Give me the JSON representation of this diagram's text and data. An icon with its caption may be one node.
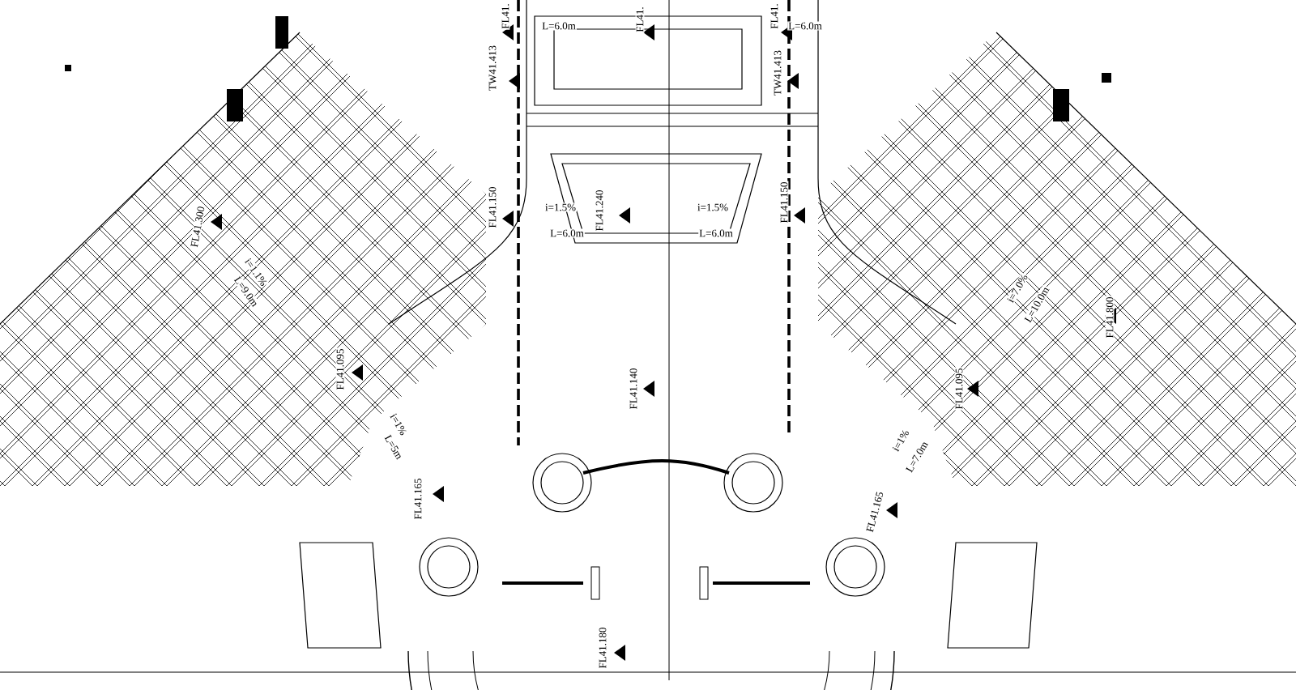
{
  "diagram": {
    "labels": [
      "FL41.",
      "L=6.0m",
      "FL41.",
      "L=6.0m",
      "FL41.",
      "TW41.413",
      "TW41.413",
      "FL41.300",
      "i=1.1%",
      "L=9.0m",
      "FL41.150",
      "i=1.5%",
      "L=6.0m",
      "FL41.240",
      "i=1.5%",
      "L=6.0m",
      "FL41.150",
      "i=7.0%",
      "L=10.0m",
      "FL41.800",
      "FL41.095",
      "FL41.140",
      "FL41.095",
      "i=1%",
      "L=5m",
      "i=1%",
      "L=7.0m",
      "FL41.165",
      "FL41.165",
      "FL41.180"
    ]
  }
}
